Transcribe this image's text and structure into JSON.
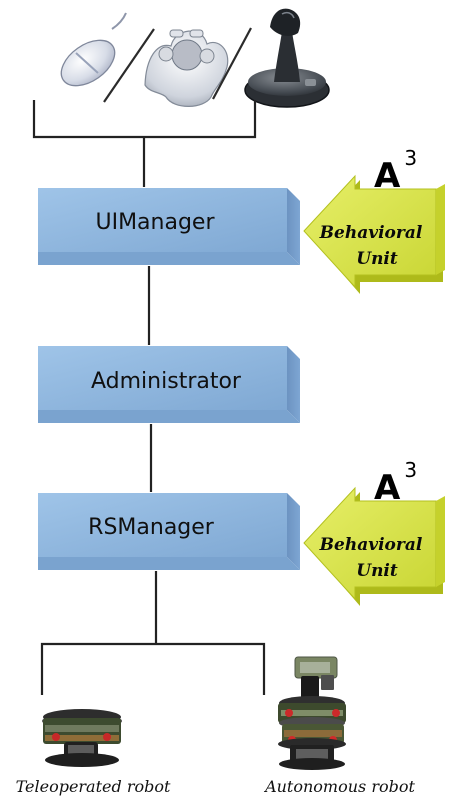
{
  "modules": {
    "ui_manager": "UIManager",
    "administrator": "Administrator",
    "rs_manager": "RSManager"
  },
  "behavioral_unit": {
    "badge_letter": "A",
    "badge_exponent": "3",
    "line1": "Behavioral",
    "line2": "Unit"
  },
  "robots": {
    "teleoperated": "Teleoperated robot",
    "autonomous": "Autonomous robot"
  },
  "input_devices": [
    "mouse-icon",
    "gamepad-icon",
    "joystick-icon"
  ],
  "colors": {
    "box_front": "#8fb8df",
    "box_side": "#6d95c4",
    "arrow_main": "#d8e44b",
    "arrow_side": "#b6c21c",
    "line": "#222222"
  }
}
